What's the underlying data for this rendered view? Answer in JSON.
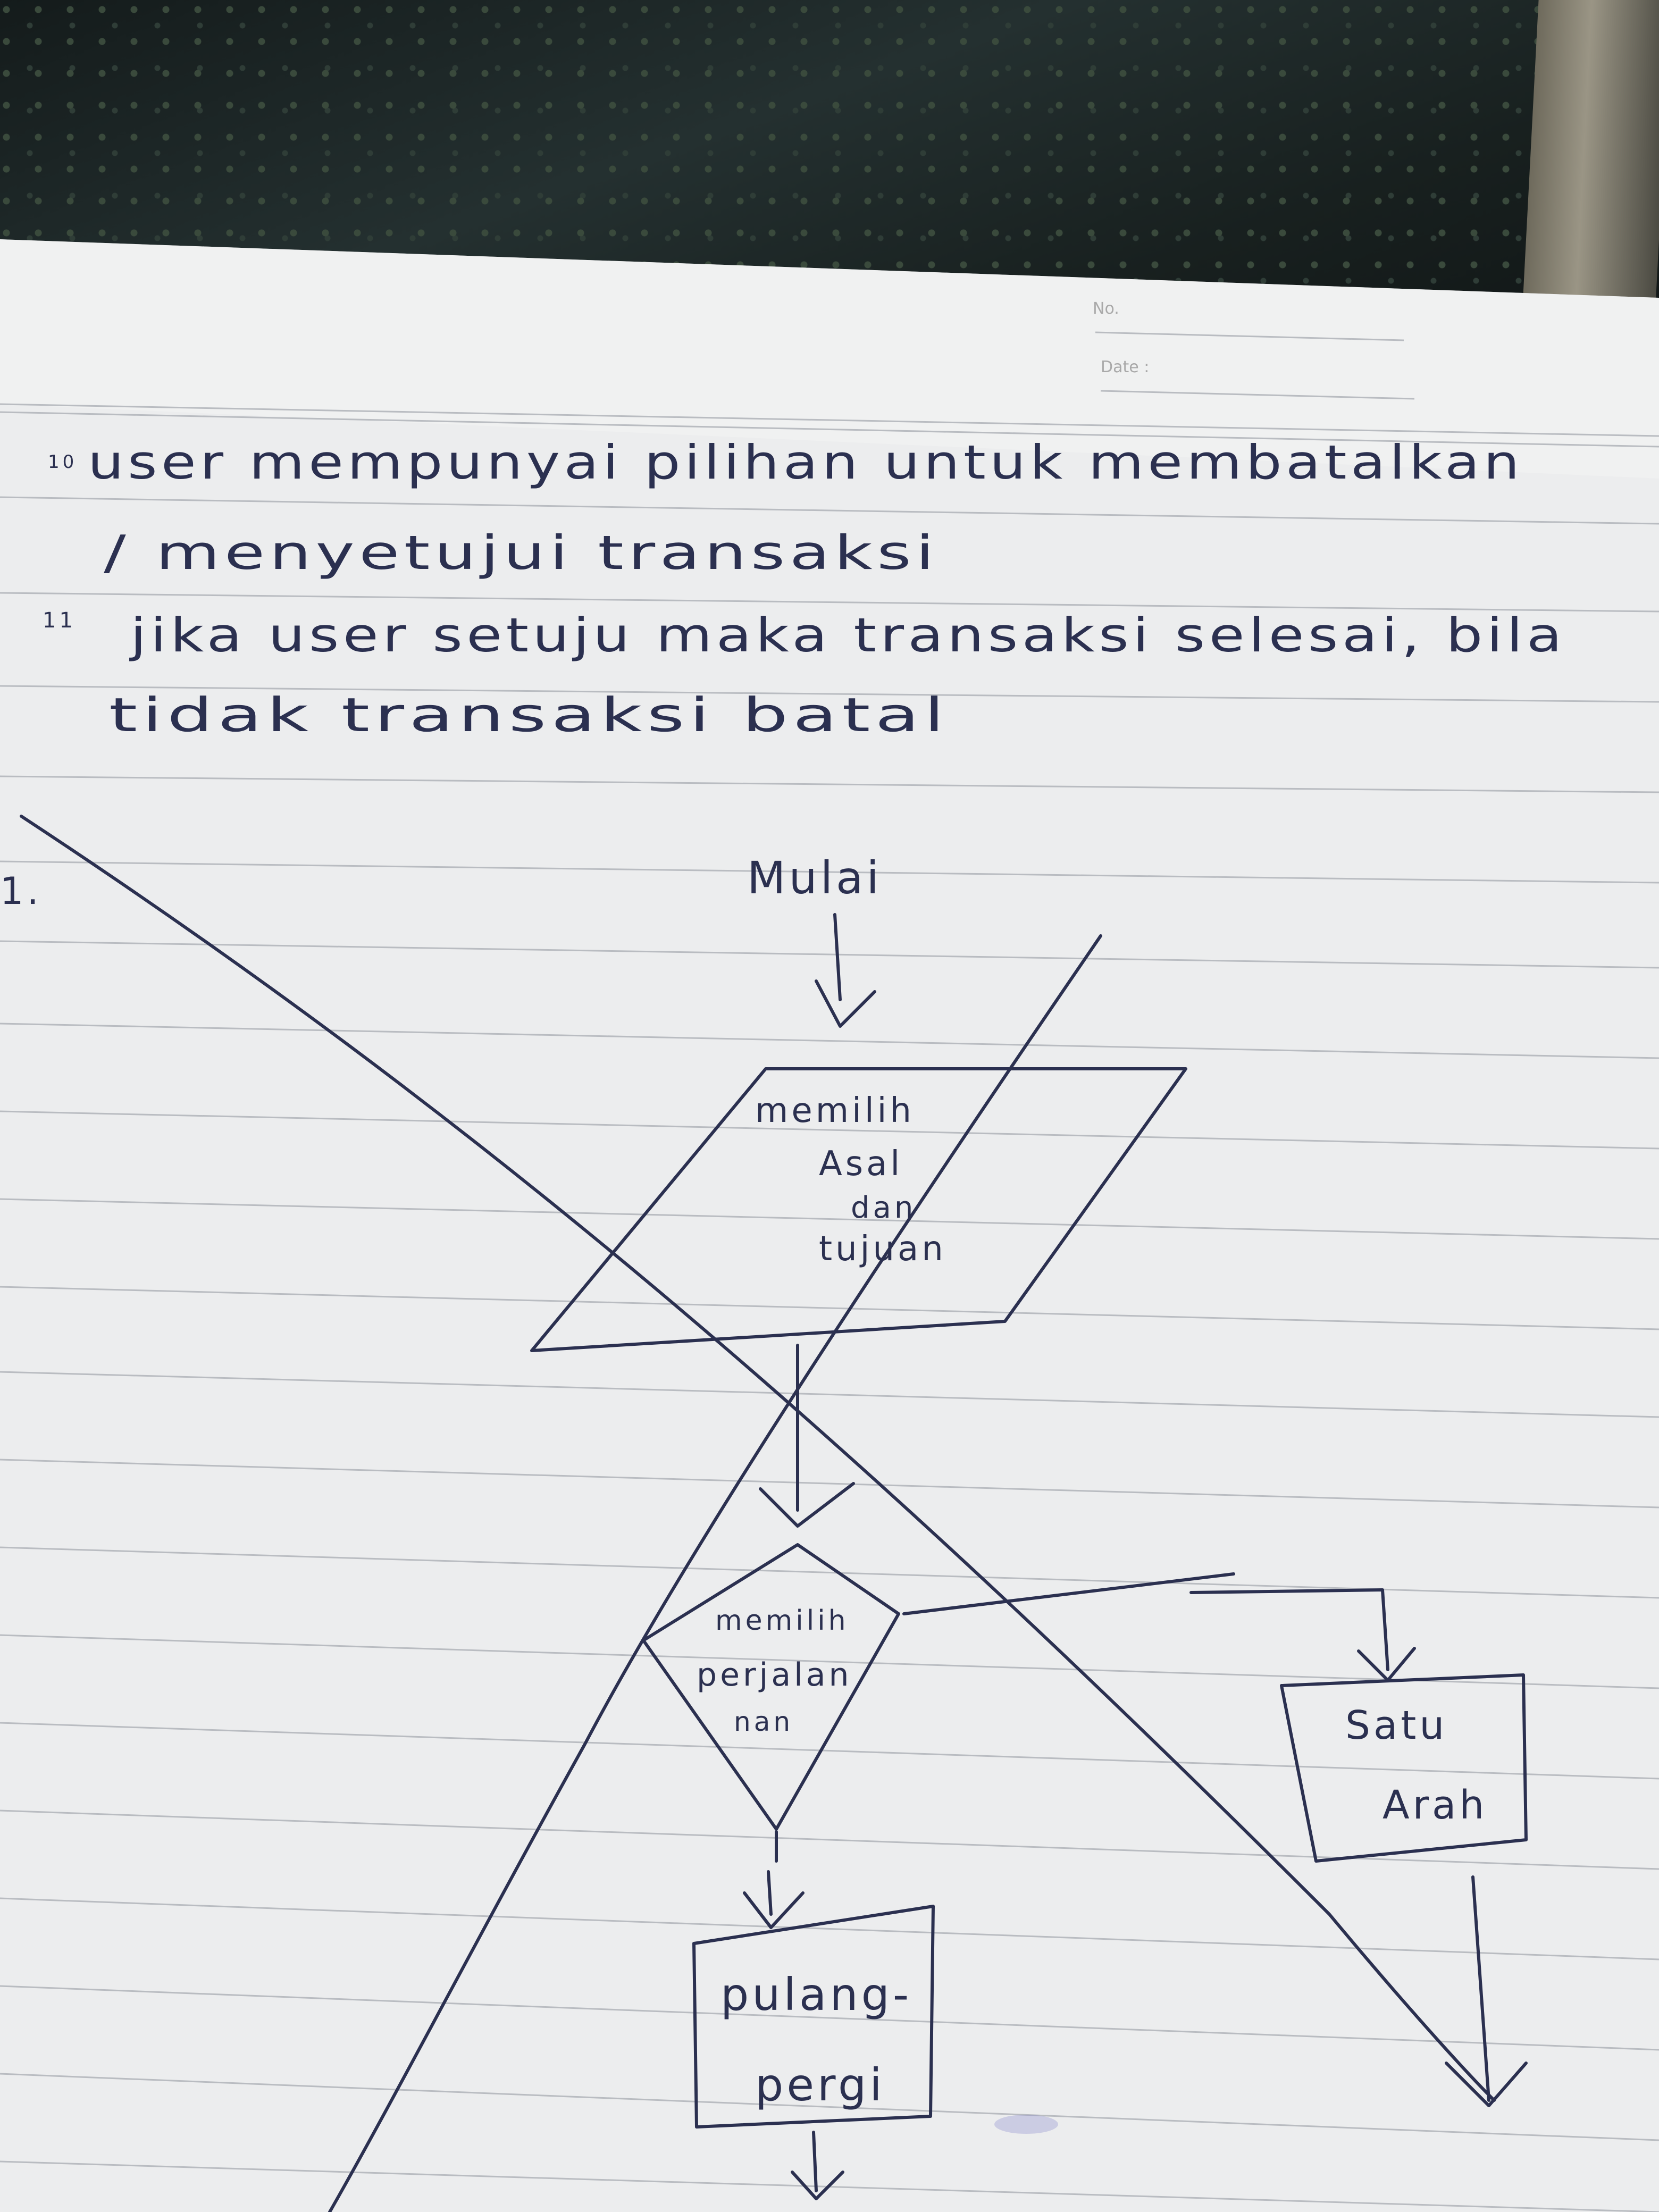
{
  "header": {
    "no_label": "No.",
    "date_label": "Date :"
  },
  "notes": {
    "item10_number": "10",
    "item10_line1": "user mempunyai pilihan untuk membatalkan",
    "item10_line2": "/ menyetujui transaksi",
    "item11_number": "11",
    "item11_line1": "jika user setuju maka transaksi selesai, bila",
    "item11_line2": "tidak transaksi batal"
  },
  "flowchart": {
    "number": "1.",
    "start_label": "Mulai",
    "input_lines": [
      "memilih",
      "Asal",
      "dan",
      "tujuan"
    ],
    "decision_lines": [
      "memilih",
      "perjalan",
      "nan"
    ],
    "oneway_lines": [
      "Satu",
      "Arah"
    ],
    "roundtrip_lines": [
      "pulang-",
      "pergi"
    ]
  }
}
